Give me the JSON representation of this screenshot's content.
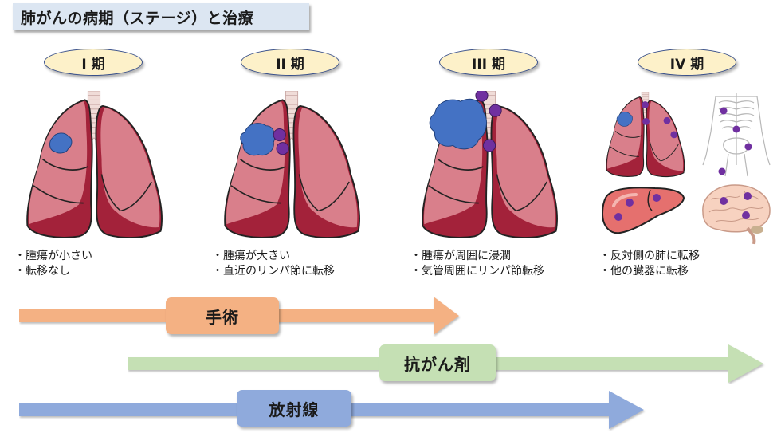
{
  "title": "肺がんの病期（ステージ）と治療",
  "stages": [
    {
      "label": "I 期",
      "descriptions": [
        "・腫瘍が小さい",
        "・転移なし"
      ]
    },
    {
      "label": "II 期",
      "descriptions": [
        "・腫瘍が大きい",
        "・直近のリンパ節に転移"
      ]
    },
    {
      "label": "III 期",
      "descriptions": [
        "・腫瘍が周囲に浸潤",
        "・気管周囲にリンパ節転移"
      ]
    },
    {
      "label": "IV 期",
      "descriptions": [
        "・反対側の肺に転移",
        "・他の臓器に転移"
      ]
    }
  ],
  "treatments": [
    {
      "label": "手術",
      "color": "#f4b183",
      "applies_to_stages": [
        "I",
        "II",
        "III"
      ]
    },
    {
      "label": "抗がん剤",
      "color": "#c5e0b4",
      "applies_to_stages": [
        "II",
        "III",
        "IV"
      ]
    },
    {
      "label": "放射線",
      "color": "#8faadc",
      "applies_to_stages": [
        "I",
        "II",
        "III"
      ]
    }
  ],
  "colors": {
    "lung": "#d97f8b",
    "lung_dark": "#a3223a",
    "tumor": "#4472c4",
    "lymph_node": "#7030a0",
    "title_bg": "#dce6f2",
    "stage_label_bg": "#fdf1c9",
    "liver": "#e5706e",
    "brain": "#f7d2c0"
  }
}
